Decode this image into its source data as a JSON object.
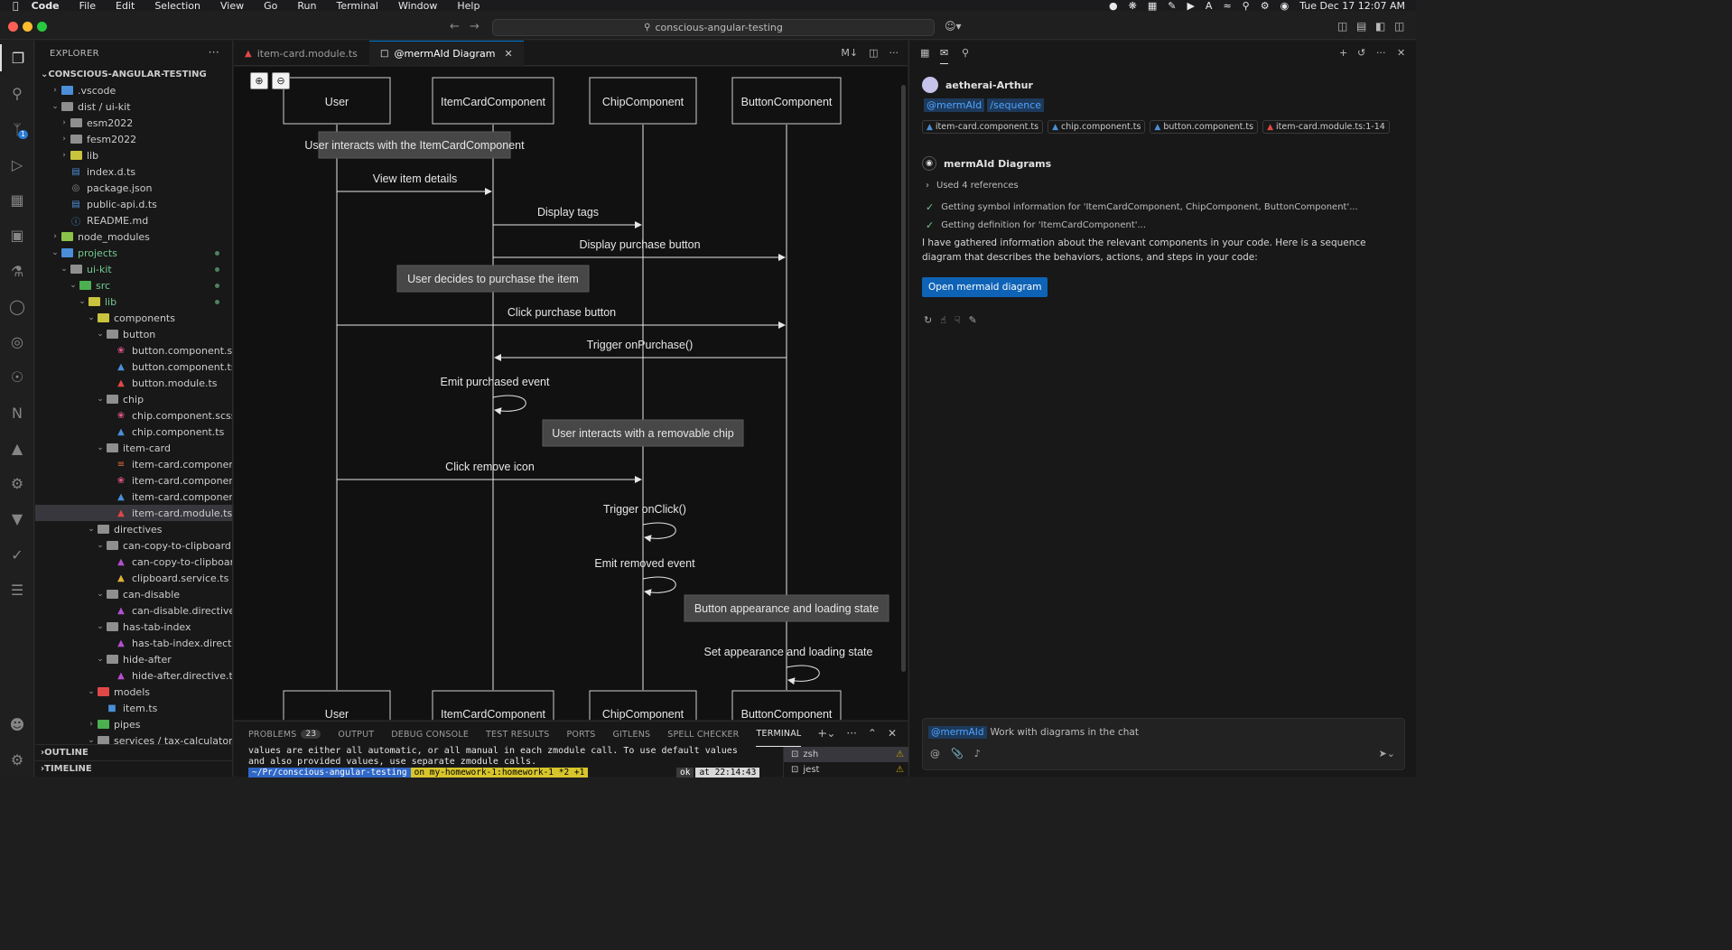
{
  "menubar": {
    "app": "Code",
    "items": [
      "File",
      "Edit",
      "Selection",
      "View",
      "Go",
      "Run",
      "Terminal",
      "Window",
      "Help"
    ],
    "clock": "Tue Dec 17  12:07 AM"
  },
  "titlebar": {
    "search": "conscious-angular-testing"
  },
  "activity": {
    "scm_badge": "1"
  },
  "explorer": {
    "title": "EXPLORER",
    "root": "CONSCIOUS-ANGULAR-TESTING",
    "rows": [
      {
        "label": ".vscode",
        "depth": 1,
        "type": "folder",
        "open": false,
        "color": "#4a8fd8"
      },
      {
        "label": "dist / ui-kit",
        "depth": 1,
        "type": "folder",
        "open": true,
        "color": "#8f8f8f"
      },
      {
        "label": "esm2022",
        "depth": 2,
        "type": "folder",
        "open": false,
        "color": "#8f8f8f"
      },
      {
        "label": "fesm2022",
        "depth": 2,
        "type": "folder",
        "open": false,
        "color": "#8f8f8f"
      },
      {
        "label": "lib",
        "depth": 2,
        "type": "folder",
        "open": false,
        "color": "#c9c33d"
      },
      {
        "label": "index.d.ts",
        "depth": 2,
        "type": "file",
        "icon": "ts-def",
        "color": "#4a8fd8"
      },
      {
        "label": "package.json",
        "depth": 2,
        "type": "file",
        "icon": "npm",
        "color": "#8f8f8f"
      },
      {
        "label": "public-api.d.ts",
        "depth": 2,
        "type": "file",
        "icon": "ts-def",
        "color": "#4a8fd8"
      },
      {
        "label": "README.md",
        "depth": 2,
        "type": "file",
        "icon": "info",
        "color": "#4a8fd8"
      },
      {
        "label": "node_modules",
        "depth": 1,
        "type": "folder",
        "open": false,
        "color": "#8bc34a"
      },
      {
        "label": "projects",
        "depth": 1,
        "type": "folder",
        "open": true,
        "color": "#4a8fd8",
        "green": true,
        "dot": true
      },
      {
        "label": "ui-kit",
        "depth": 2,
        "type": "folder",
        "open": true,
        "color": "#8f8f8f",
        "green": true,
        "dot": true
      },
      {
        "label": "src",
        "depth": 3,
        "type": "folder",
        "open": true,
        "color": "#4caf50",
        "green": true,
        "dot": true
      },
      {
        "label": "lib",
        "depth": 4,
        "type": "folder",
        "open": true,
        "color": "#c9c33d",
        "green": true,
        "dot": true
      },
      {
        "label": "components",
        "depth": 5,
        "type": "folder",
        "open": true,
        "color": "#c9c33d"
      },
      {
        "label": "button",
        "depth": 6,
        "type": "folder",
        "open": true,
        "color": "#8f8f8f"
      },
      {
        "label": "button.component.scss",
        "depth": 7,
        "type": "file",
        "icon": "scss",
        "color": "#e0568b"
      },
      {
        "label": "button.component.ts",
        "depth": 7,
        "type": "file",
        "icon": "angular-ts",
        "color": "#4a8fd8"
      },
      {
        "label": "button.module.ts",
        "depth": 7,
        "type": "file",
        "icon": "angular-mod",
        "color": "#e04848"
      },
      {
        "label": "chip",
        "depth": 6,
        "type": "folder",
        "open": true,
        "color": "#8f8f8f"
      },
      {
        "label": "chip.component.scss",
        "depth": 7,
        "type": "file",
        "icon": "scss",
        "color": "#e0568b"
      },
      {
        "label": "chip.component.ts",
        "depth": 7,
        "type": "file",
        "icon": "angular-ts",
        "color": "#4a8fd8"
      },
      {
        "label": "item-card",
        "depth": 6,
        "type": "folder",
        "open": true,
        "color": "#8f8f8f"
      },
      {
        "label": "item-card.component.html",
        "depth": 7,
        "type": "file",
        "icon": "html",
        "color": "#e06c3a"
      },
      {
        "label": "item-card.component.scss",
        "depth": 7,
        "type": "file",
        "icon": "scss",
        "color": "#e0568b"
      },
      {
        "label": "item-card.component.ts",
        "depth": 7,
        "type": "file",
        "icon": "angular-ts",
        "color": "#4a8fd8"
      },
      {
        "label": "item-card.module.ts",
        "depth": 7,
        "type": "file",
        "icon": "angular-mod",
        "color": "#e04848",
        "selected": true
      },
      {
        "label": "directives",
        "depth": 5,
        "type": "folder",
        "open": true,
        "color": "#8f8f8f"
      },
      {
        "label": "can-copy-to-clipboard",
        "depth": 6,
        "type": "folder",
        "open": true,
        "color": "#8f8f8f"
      },
      {
        "label": "can-copy-to-clipboard.di...",
        "depth": 7,
        "type": "file",
        "icon": "angular-dir",
        "color": "#b450d0"
      },
      {
        "label": "clipboard.service.ts",
        "depth": 7,
        "type": "file",
        "icon": "angular-svc",
        "color": "#e0b23a"
      },
      {
        "label": "can-disable",
        "depth": 6,
        "type": "folder",
        "open": true,
        "color": "#8f8f8f"
      },
      {
        "label": "can-disable.directive.ts",
        "depth": 7,
        "type": "file",
        "icon": "angular-dir",
        "color": "#b450d0"
      },
      {
        "label": "has-tab-index",
        "depth": 6,
        "type": "folder",
        "open": true,
        "color": "#8f8f8f"
      },
      {
        "label": "has-tab-index.directive.ts",
        "depth": 7,
        "type": "file",
        "icon": "angular-dir",
        "color": "#b450d0"
      },
      {
        "label": "hide-after",
        "depth": 6,
        "type": "folder",
        "open": true,
        "color": "#8f8f8f"
      },
      {
        "label": "hide-after.directive.ts",
        "depth": 7,
        "type": "file",
        "icon": "angular-dir",
        "color": "#b450d0"
      },
      {
        "label": "models",
        "depth": 5,
        "type": "folder",
        "open": true,
        "color": "#e04848"
      },
      {
        "label": "item.ts",
        "depth": 6,
        "type": "file",
        "icon": "ts",
        "color": "#4a8fd8"
      },
      {
        "label": "pipes",
        "depth": 5,
        "type": "folder",
        "open": false,
        "color": "#4caf50"
      },
      {
        "label": "services / tax-calculator",
        "depth": 5,
        "type": "folder",
        "open": true,
        "color": "#8f8f8f"
      }
    ],
    "outline": "OUTLINE",
    "timeline": "TIMELINE"
  },
  "tabs": [
    {
      "label": "item-card.module.ts",
      "active": false
    },
    {
      "label": "@mermAId Diagram",
      "active": true
    }
  ],
  "diagram": {
    "participants": [
      "User",
      "ItemCardComponent",
      "ChipComponent",
      "ButtonComponent"
    ],
    "notes": [
      "User interacts with the ItemCardComponent",
      "User decides to purchase the item",
      "User interacts with a removable chip",
      "Button appearance and loading state"
    ],
    "messages": [
      "View item details",
      "Display tags",
      "Display purchase button",
      "Click purchase button",
      "Trigger onPurchase()",
      "Emit purchased event",
      "Click remove icon",
      "Trigger onClick()",
      "Emit removed event",
      "Set appearance and loading state"
    ]
  },
  "panel": {
    "tabs": [
      "PROBLEMS",
      "OUTPUT",
      "DEBUG CONSOLE",
      "TEST RESULTS",
      "PORTS",
      "GITLENS",
      "SPELL CHECKER",
      "TERMINAL"
    ],
    "problems_count": "23",
    "terminal_lines": "values are either all automatic, or all manual in each zmodule call. To use default values\nand also provided values, use separate zmodule calls.",
    "prompt_path": "~/Pr/conscious-angular-testing",
    "prompt_branch": "on my-homework-1:homework-1 *2 +1",
    "prompt_status": "ok",
    "prompt_time": "at 22:14:43",
    "terminals": [
      "zsh",
      "jest"
    ]
  },
  "chat": {
    "user": "aetherai-Arthur",
    "agent_tag": "@mermAId",
    "command": "/sequence",
    "refs": [
      "item-card.component.ts",
      "chip.component.ts",
      "button.component.ts",
      "item-card.module.ts:1-14"
    ],
    "responder": "mermAId Diagrams",
    "used_refs": "Used 4 references",
    "progress": [
      "Getting symbol information for 'ItemCardComponent, ChipComponent, ButtonComponent'...",
      "Getting definition for 'ItemCardComponent'..."
    ],
    "response": "I have gathered information about the relevant components in your code. Here is a sequence diagram that describes the behaviors, actions, and steps in your code:",
    "open_button": "Open mermaid diagram",
    "input_tag": "@mermAId",
    "input_placeholder": "Work with diagrams in the chat"
  }
}
